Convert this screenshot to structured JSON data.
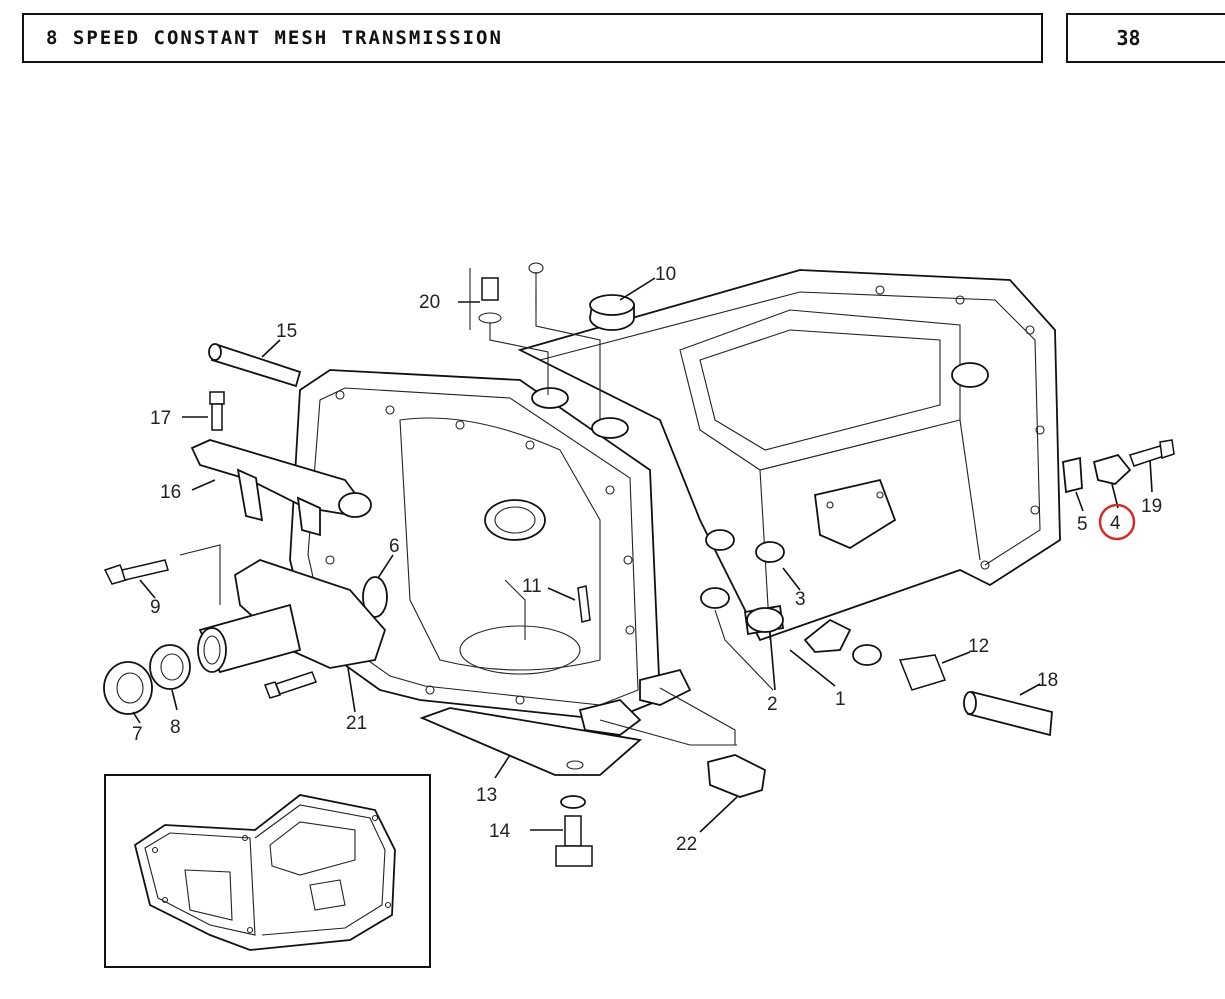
{
  "header": {
    "title": "8 SPEED CONSTANT MESH TRANSMISSION",
    "page_number": "38"
  },
  "callouts": {
    "c1": "1",
    "c2": "2",
    "c3": "3",
    "c4": "4",
    "c5": "5",
    "c6": "6",
    "c7": "7",
    "c8": "8",
    "c9": "9",
    "c10": "10",
    "c11": "11",
    "c12": "12",
    "c13": "13",
    "c14": "14",
    "c15": "15",
    "c16": "16",
    "c17": "17",
    "c18": "18",
    "c19": "19",
    "c20": "20",
    "c21": "21",
    "c22": "22"
  },
  "highlight": {
    "callout": "4",
    "color": "#d42a2a"
  },
  "colors": {
    "line": "#111111",
    "background": "#ffffff"
  }
}
